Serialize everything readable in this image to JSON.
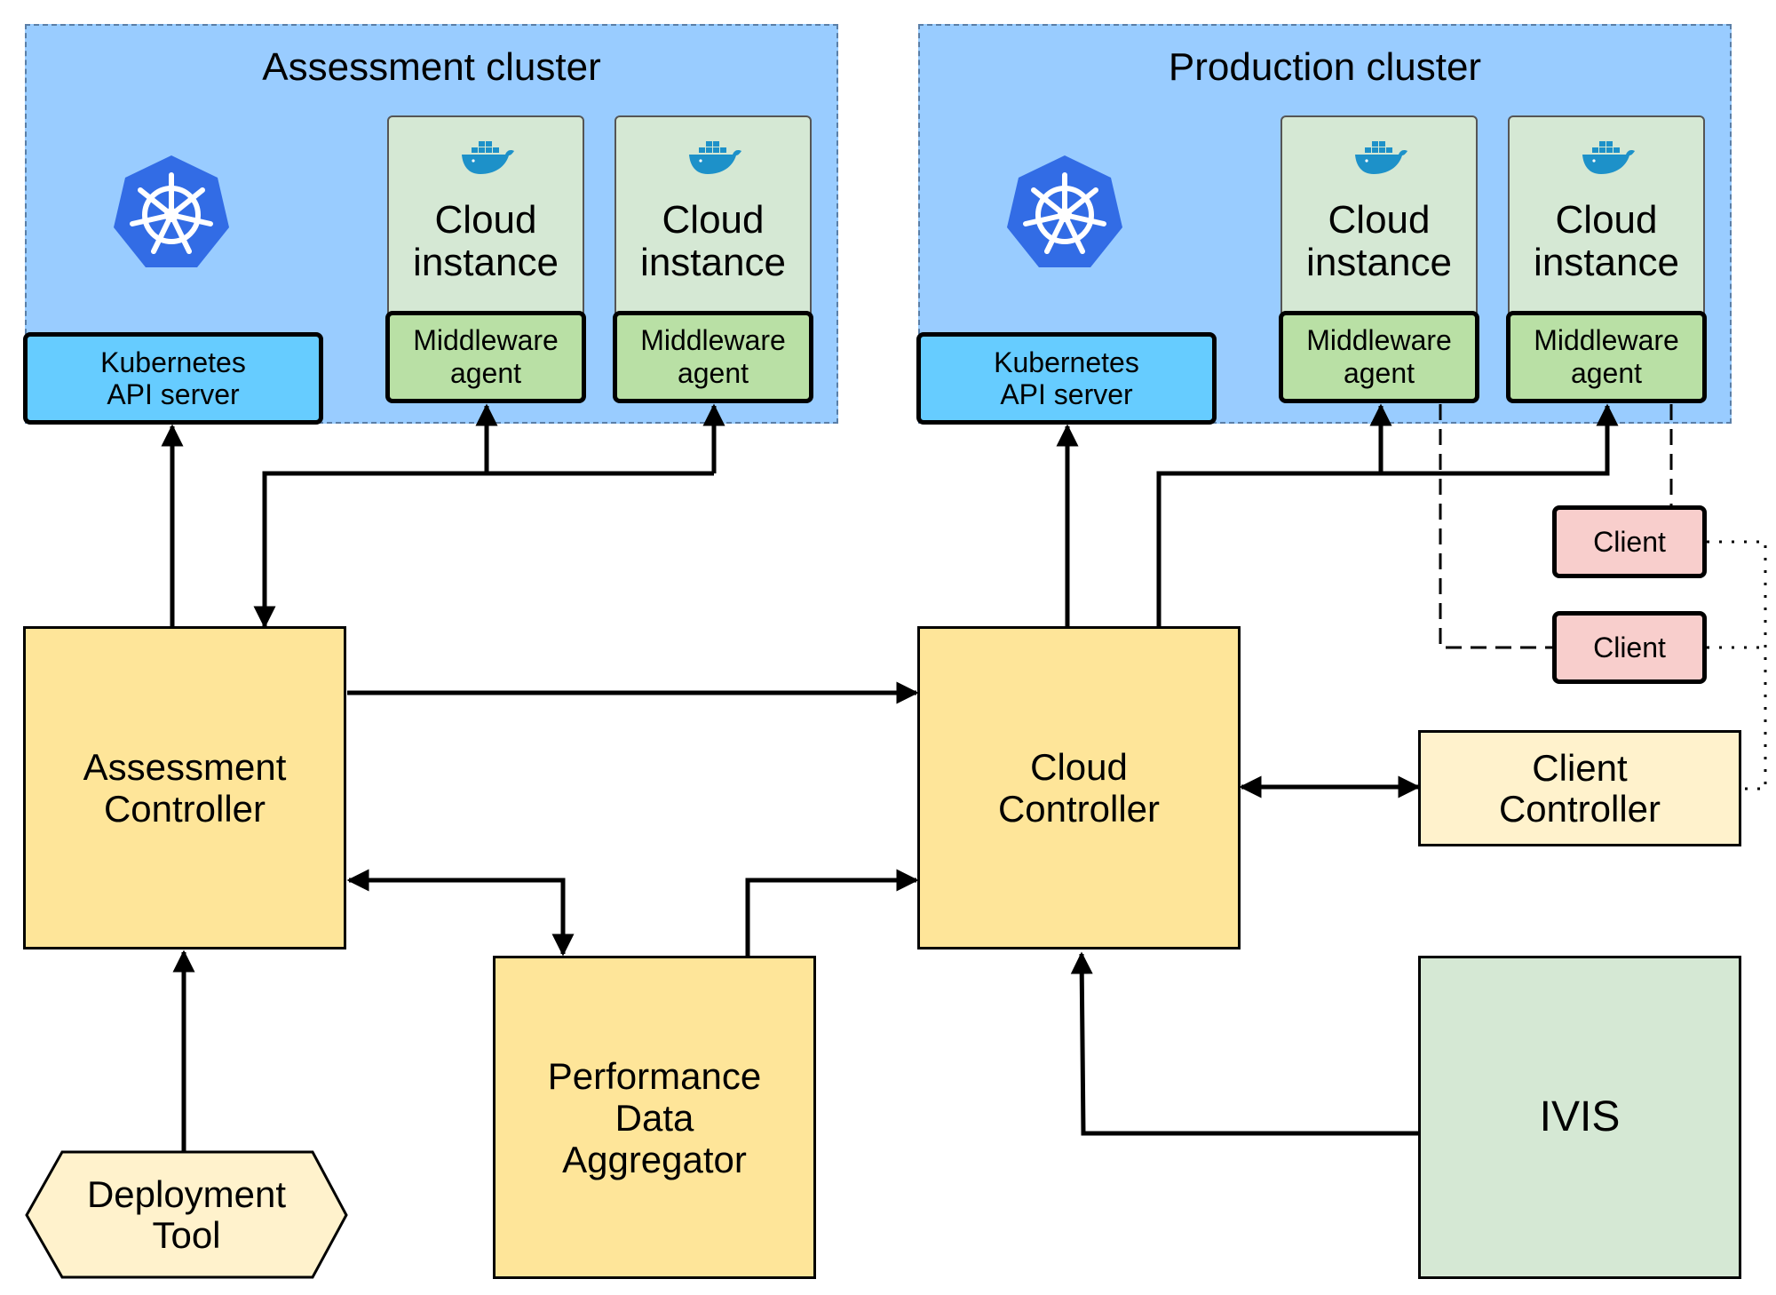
{
  "assessment_cluster": {
    "title": "Assessment cluster",
    "api_server": [
      "Kubernetes",
      "API server"
    ],
    "instances": [
      {
        "label": [
          "Cloud",
          "instance"
        ],
        "agent": [
          "Middleware",
          "agent"
        ]
      },
      {
        "label": [
          "Cloud",
          "instance"
        ],
        "agent": [
          "Middleware",
          "agent"
        ]
      }
    ]
  },
  "production_cluster": {
    "title": "Production cluster",
    "api_server": [
      "Kubernetes",
      "API server"
    ],
    "instances": [
      {
        "label": [
          "Cloud",
          "instance"
        ],
        "agent": [
          "Middleware",
          "agent"
        ]
      },
      {
        "label": [
          "Cloud",
          "instance"
        ],
        "agent": [
          "Middleware",
          "agent"
        ]
      }
    ]
  },
  "assessment_controller": [
    "Assessment",
    "Controller"
  ],
  "cloud_controller": [
    "Cloud",
    "Controller"
  ],
  "performance_data_aggregator": [
    "Performance",
    "Data",
    "Aggregator"
  ],
  "deployment_tool": [
    "Deployment",
    "Tool"
  ],
  "clients": [
    "Client",
    "Client"
  ],
  "client_controller": [
    "Client",
    "Controller"
  ],
  "ivis": "IVIS",
  "colors": {
    "cluster_bg": "#99ccff",
    "api_server": "#66ccff",
    "cloud_instance": "#d5e8d4",
    "middleware_agent": "#b9e0a5",
    "controller": "#fee599",
    "client": "#f8cecc",
    "client_controller": "#fff2cc",
    "ivis": "#d5e8d4",
    "kubernetes_logo": "#326ce5",
    "docker_logo": "#1d91c9"
  },
  "icons": [
    "kubernetes-icon",
    "docker-whale-icon"
  ]
}
